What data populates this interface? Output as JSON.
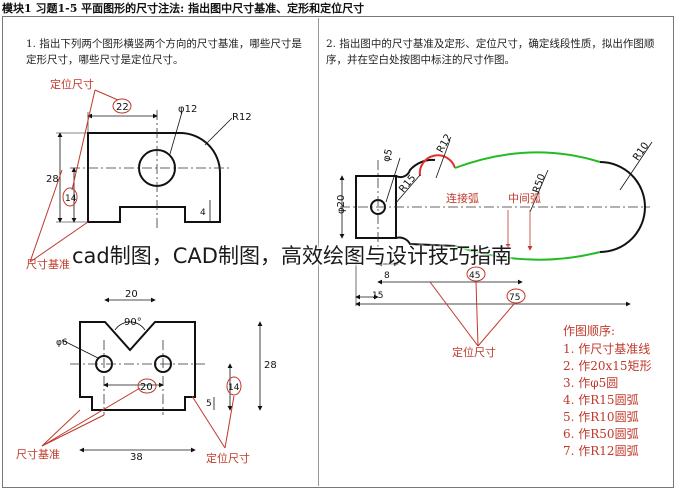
{
  "header": {
    "title": "模块1  习题1-5  平面图形的尺寸注法: 指出图中尺寸基准、定形和定位尺寸"
  },
  "question1": {
    "text": "1. 指出下列两个图形横竖两个方向的尺寸基准，哪些尺寸是定形尺寸，哪些尺寸是定位尺寸。"
  },
  "question2": {
    "text": "2. 指出图中的尺寸基准及定形、定位尺寸，确定线段性质，拟出作图顺序，并在空白处按图中标注的尺寸作图。"
  },
  "figure1": {
    "label_locating": "定位尺寸",
    "label_datum": "尺寸基准",
    "dim_22": "22",
    "dim_dia12": "φ12",
    "dim_r12": "R12",
    "dim_28": "28",
    "dim_14": "14",
    "dim_4": "4"
  },
  "figure2": {
    "dim_20": "20",
    "dim_90": "90°",
    "dim_dia6": "φ6",
    "dim_20b": "20",
    "dim_14": "14",
    "dim_28": "28",
    "dim_5": "5",
    "dim_38": "38",
    "label_datum": "尺寸基准",
    "label_locating": "定位尺寸"
  },
  "figure3": {
    "dim_dia5": "φ5",
    "dim_r12": "R12",
    "dim_r15": "R15",
    "dim_dia20": "φ20",
    "dim_r50": "R50",
    "dim_r10": "R10",
    "label_tangent_arc": "连接弧",
    "label_middle_arc": "中间弧",
    "dim_8": "8",
    "dim_45": "45",
    "dim_15": "15",
    "dim_75": "75",
    "label_locating": "定位尺寸"
  },
  "steps": {
    "title": "作图顺序:",
    "items": [
      "1. 作尺寸基准线",
      "2. 作20x15矩形",
      "3. 作φ5圆",
      "4. 作R15圆弧",
      "5. 作R10圆弧",
      "6. 作R50圆弧",
      "7. 作R12圆弧"
    ]
  },
  "caption": "cad制图，CAD制图，高效绘图与设计技巧指南",
  "colors": {
    "annotation": "#c0392b",
    "tangent_arc": "#e03030",
    "middle_arc": "#22bb22",
    "line": "#111111"
  }
}
